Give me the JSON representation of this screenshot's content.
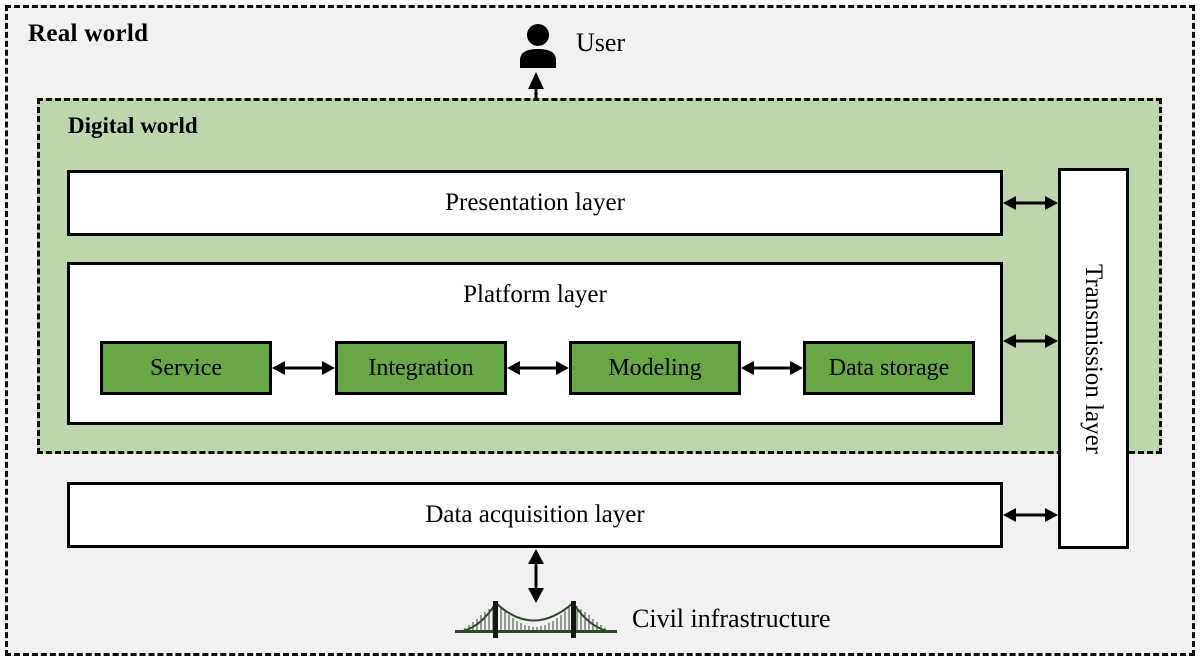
{
  "diagram": {
    "title_real_world": "Real world",
    "title_digital_world": "Digital world",
    "actor": {
      "icon": "user-icon",
      "label": "User"
    },
    "infrastructure": {
      "icon": "suspension-bridge-icon",
      "label": "Civil infrastructure"
    },
    "layers": {
      "presentation": "Presentation layer",
      "platform": "Platform layer",
      "data_acquisition": "Data acquisition layer",
      "transmission": "Transmission layer"
    },
    "platform_components": [
      {
        "label": "Service"
      },
      {
        "label": "Integration"
      },
      {
        "label": "Modeling"
      },
      {
        "label": "Data storage"
      }
    ],
    "connectors": [
      {
        "name": "user-to-presentation",
        "direction": "bidirectional",
        "orientation": "vertical"
      },
      {
        "name": "service-to-integration",
        "direction": "bidirectional",
        "orientation": "horizontal"
      },
      {
        "name": "integration-to-modeling",
        "direction": "bidirectional",
        "orientation": "horizontal"
      },
      {
        "name": "modeling-to-data-storage",
        "direction": "bidirectional",
        "orientation": "horizontal"
      },
      {
        "name": "presentation-to-transmission",
        "direction": "bidirectional",
        "orientation": "horizontal"
      },
      {
        "name": "platform-to-transmission",
        "direction": "bidirectional",
        "orientation": "horizontal"
      },
      {
        "name": "data-acquisition-to-transmission",
        "direction": "bidirectional",
        "orientation": "horizontal"
      },
      {
        "name": "data-acquisition-to-infrastructure",
        "direction": "bidirectional",
        "orientation": "vertical"
      }
    ],
    "colors": {
      "real_world_bg": "#f1f1f1",
      "digital_world_bg": "#bed6ab",
      "component_green": "#68a844",
      "box_white": "#ffffff",
      "stroke": "#000000",
      "bridge_green": "#2f4a2a"
    }
  }
}
